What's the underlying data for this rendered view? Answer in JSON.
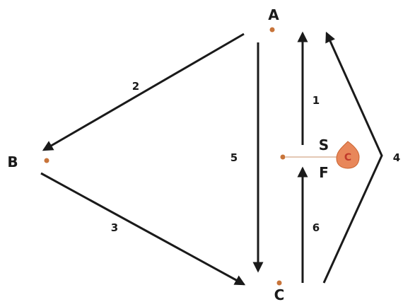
{
  "nodes": [
    {
      "id": "A",
      "label": "A"
    },
    {
      "id": "B",
      "label": "B"
    },
    {
      "id": "C",
      "label": "C"
    },
    {
      "id": "S",
      "label": "S"
    },
    {
      "id": "F",
      "label": "F"
    }
  ],
  "edges": [
    {
      "id": "2",
      "label": "2",
      "from": "A",
      "to": "B"
    },
    {
      "id": "3",
      "label": "3",
      "from": "B",
      "to": "C"
    },
    {
      "id": "5",
      "label": "5",
      "from": "A",
      "to": "C"
    },
    {
      "id": "1",
      "label": "1",
      "from": "S",
      "to": "A"
    },
    {
      "id": "6",
      "label": "6",
      "from": "C",
      "to": "F"
    },
    {
      "id": "4",
      "label": "4",
      "from": "C",
      "to": "A"
    }
  ],
  "marker": {
    "label": "C",
    "color": "#e8875a"
  },
  "colors": {
    "line": "#1a1a1a",
    "dot": "#c8743a",
    "connector": "#c9906a"
  }
}
